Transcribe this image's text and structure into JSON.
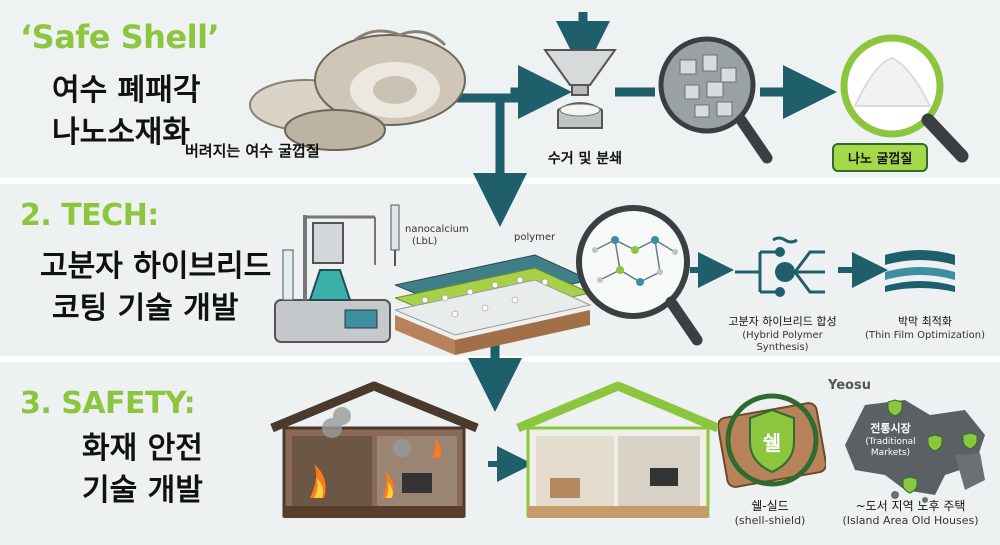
{
  "section1": {
    "title_en": "‘Safe Shell’",
    "title_ko_line1": "여수 폐패각",
    "title_ko_line2": "나노소재화",
    "shell_caption": "버려지는 여수 굴껍질",
    "grind_caption": "수거 및 분쇄",
    "nano_badge": "나노 굴껍질"
  },
  "section2": {
    "title_en": "2. TECH:",
    "title_ko_line1": "고분자 하이브리드",
    "title_ko_line2": "코팅 기술 개발",
    "label_nanocalcium": "nanocalcium",
    "label_lbl": "(LbL)",
    "label_polymer": "polymer",
    "hybrid_ko": "고분자 하이브리드 합성",
    "hybrid_en": "(Hybrid Polymer Synthesis)",
    "film_ko": "박막 최적화",
    "film_en": "(Thin Film Optimization)"
  },
  "section3": {
    "title_en": "3. SAFETY:",
    "title_ko_line1": "화재 안전",
    "title_ko_line2": "기술 개발",
    "shield_glyph": "쉘",
    "shield_ko": "쉘-실드",
    "shield_en": "(shell-shield)",
    "map_city": "Yeosu",
    "market_ko": "전통시장",
    "market_en1": "(Traditional",
    "market_en2": "Markets)",
    "island_ko": "~도서 지역 노후 주택",
    "island_en": "(Island Area Old Houses)"
  },
  "colors": {
    "accent_green": "#8cc63f",
    "flow_teal": "#1f5f6b",
    "badge_green": "#a6d94a"
  }
}
